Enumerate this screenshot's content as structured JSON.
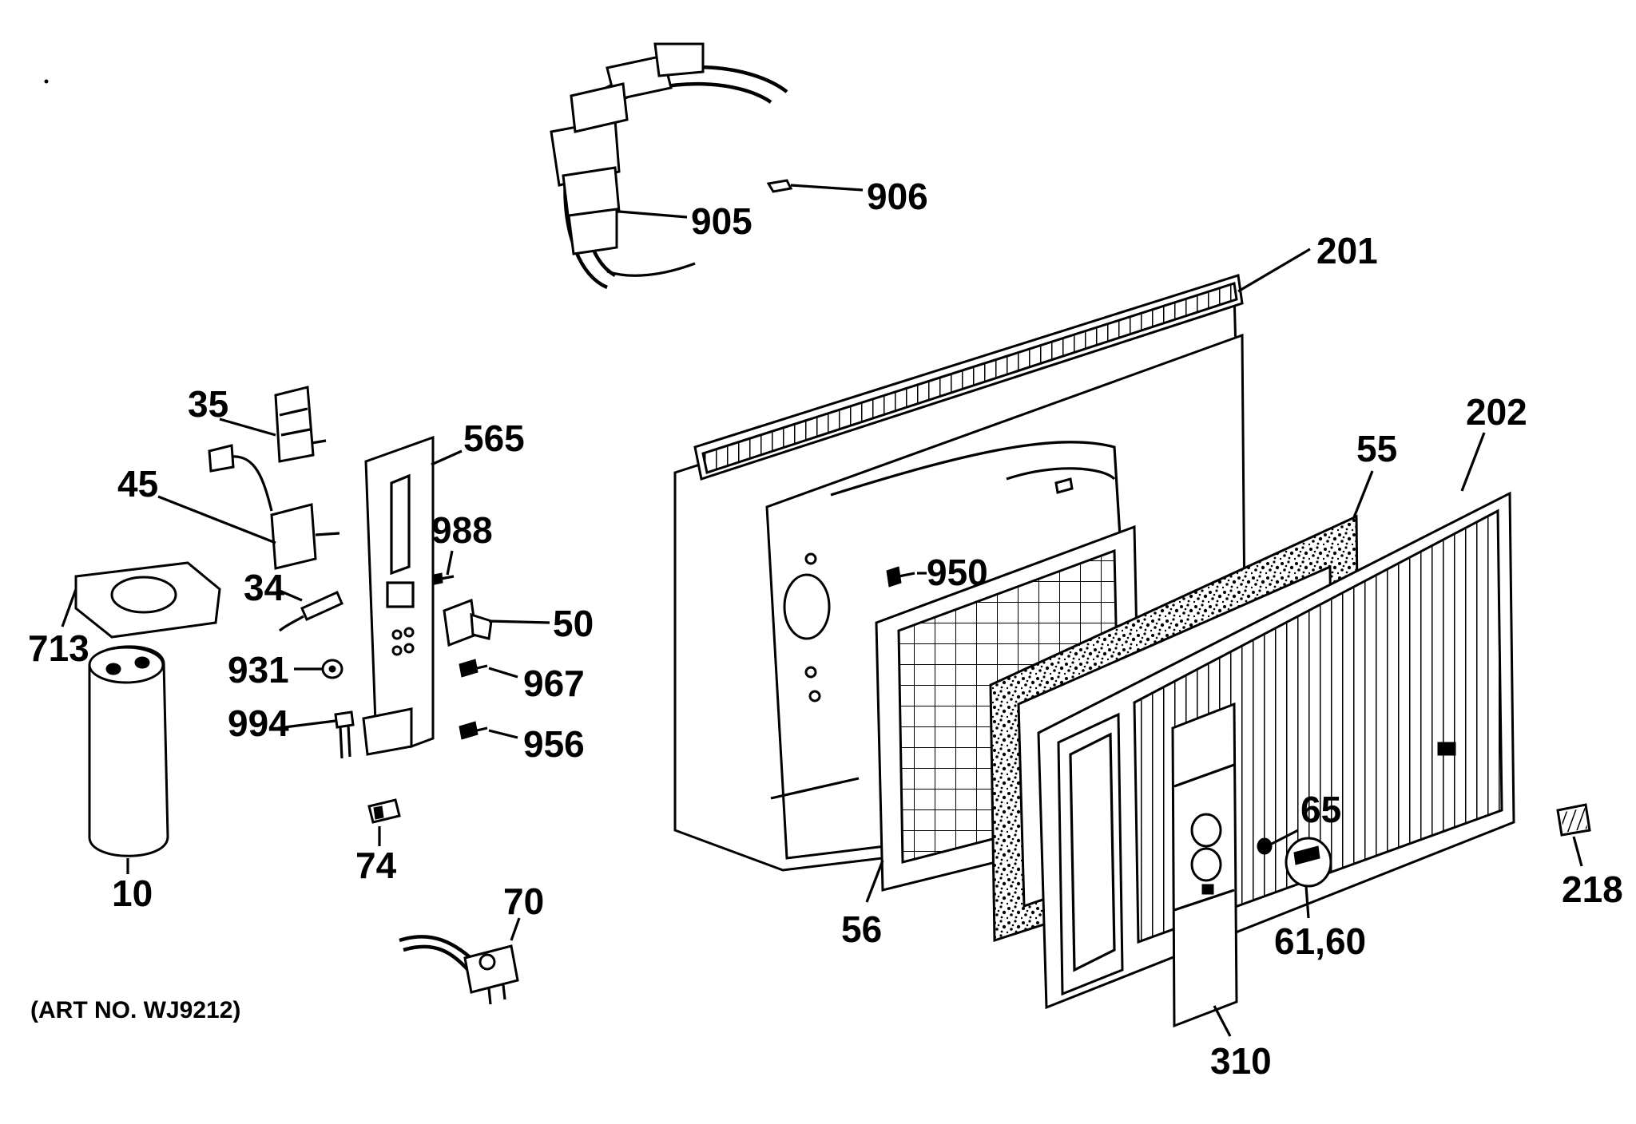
{
  "diagram": {
    "art_number": "(ART NO. WJ9212)",
    "callouts": {
      "p905": "905",
      "p906": "906",
      "p201": "201",
      "p202": "202",
      "p55": "55",
      "p56": "56",
      "p310": "310",
      "p65": "65",
      "p6160": "61,60",
      "p218": "218",
      "p950": "950",
      "p35": "35",
      "p45": "45",
      "p565": "565",
      "p988": "988",
      "p34": "34",
      "p713": "713",
      "p50": "50",
      "p931": "931",
      "p967": "967",
      "p994": "994",
      "p956": "956",
      "p10": "10",
      "p74": "74",
      "p70": "70"
    }
  }
}
